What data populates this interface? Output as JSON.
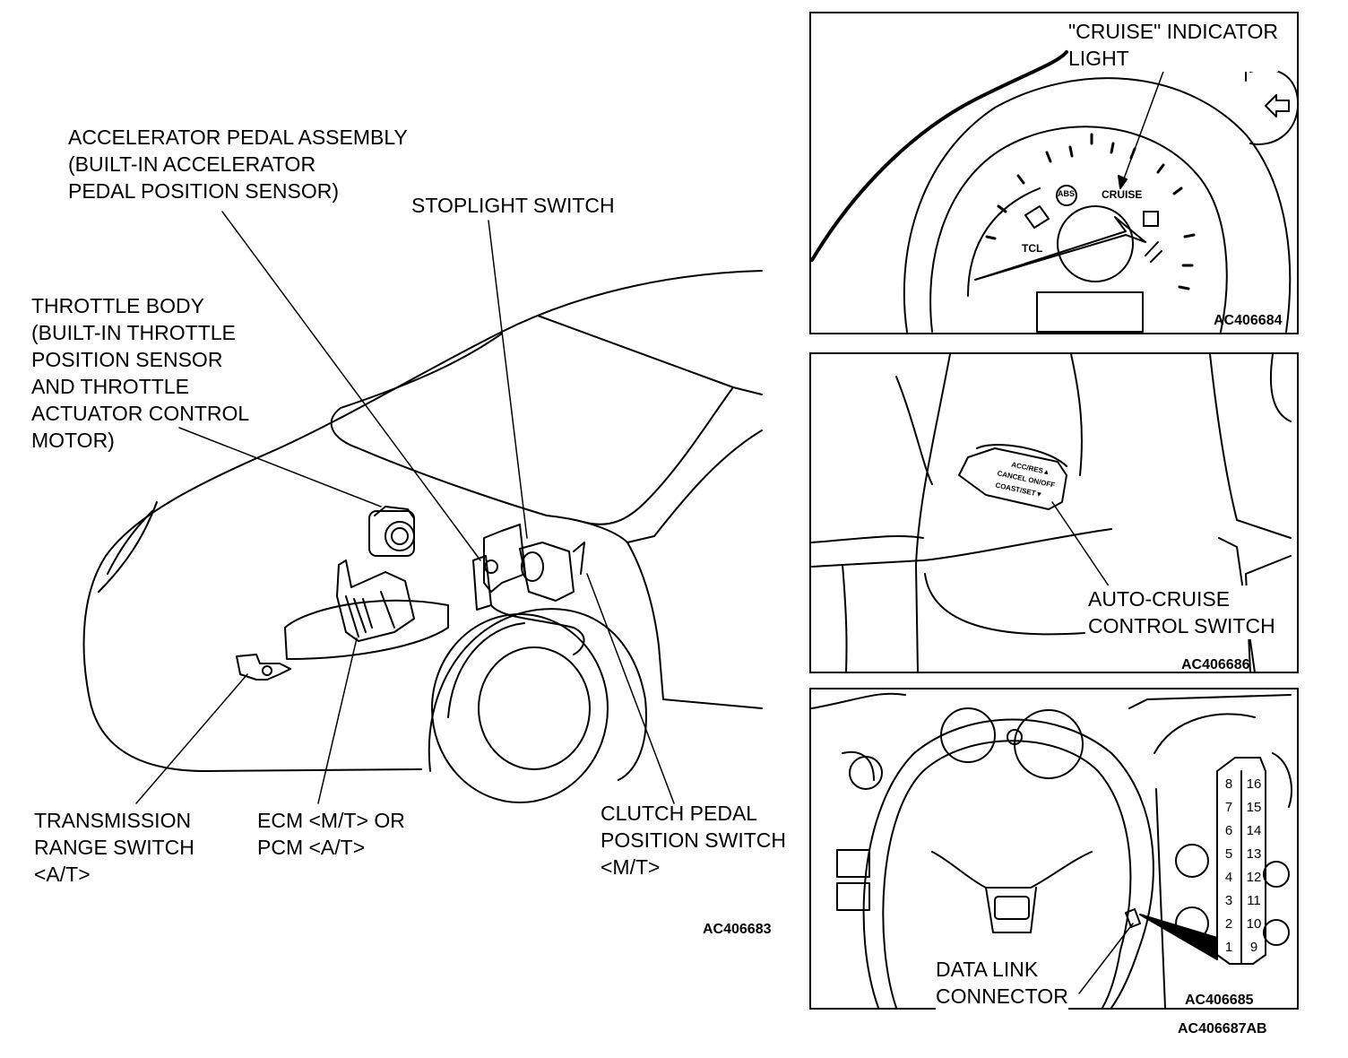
{
  "labels": {
    "accel_pedal": "ACCELERATOR PEDAL ASSEMBLY\n(BUILT-IN ACCELERATOR\nPEDAL POSITION SENSOR)",
    "stoplight": "STOPLIGHT SWITCH",
    "throttle_body": "THROTTLE BODY\n(BUILT-IN THROTTLE\nPOSITION SENSOR\nAND THROTTLE\nACTUATOR CONTROL\nMOTOR)",
    "transmission_range": "TRANSMISSION\nRANGE SWITCH\n<A/T>",
    "ecm_pcm": "ECM <M/T> OR\nPCM <A/T>",
    "clutch_pedal": "CLUTCH PEDAL\nPOSITION SWITCH\n<M/T>",
    "cruise_indicator": "\"CRUISE\" INDICATOR\nLIGHT",
    "auto_cruise": "AUTO-CRUISE\nCONTROL SWITCH",
    "data_link": "DATA LINK\nCONNECTOR"
  },
  "codes": {
    "main": "AC406683",
    "cluster": "AC406684",
    "switch": "AC406686",
    "dash": "AC406685",
    "overall": "AC406687AB"
  },
  "gauge_text": {
    "cruise": "CRUISE",
    "abs": "ABS",
    "tcl": "TCL"
  },
  "switch_text": {
    "line1": "ACC/RES▲",
    "line2": "CANCEL ON/OFF",
    "line3": "COAST/SET▼"
  },
  "dlc_pins": [
    "8",
    "16",
    "7",
    "15",
    "6",
    "14",
    "5",
    "13",
    "4",
    "12",
    "3",
    "11",
    "2",
    "10",
    "1",
    "9"
  ]
}
